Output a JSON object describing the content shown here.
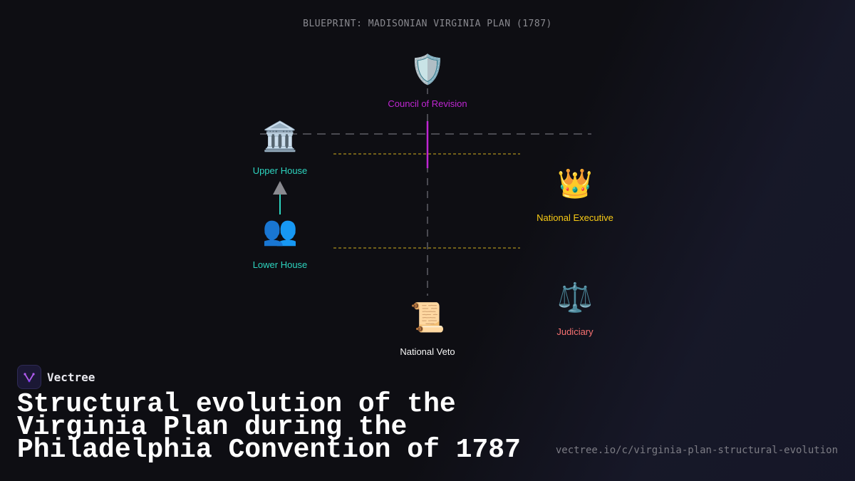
{
  "diagram": {
    "title": "BLUEPRINT: MADISONIAN VIRGINIA PLAN (1787)",
    "nodes": {
      "council": {
        "label": "Council of Revision",
        "icon": "🛡️",
        "icon_name": "shield-icon",
        "color": "#c026d3"
      },
      "upper": {
        "label": "Upper House",
        "icon": "🏛️",
        "icon_name": "classical-building-icon",
        "color": "#2dd4bf"
      },
      "executive": {
        "label": "National Executive",
        "icon": "👑",
        "icon_name": "crown-icon",
        "color": "#facc15"
      },
      "lower": {
        "label": "Lower House",
        "icon": "👥",
        "icon_name": "people-icon",
        "color": "#2dd4bf"
      },
      "judiciary": {
        "label": "Judiciary",
        "icon": "⚖️",
        "icon_name": "scales-icon",
        "color": "#f87171"
      },
      "veto": {
        "label": "National Veto",
        "icon": "📜",
        "icon_name": "scroll-icon",
        "color": "#f5f5f5"
      }
    },
    "colors": {
      "dashed_gray": "#5f5f66",
      "dashed_yellow": "#d4b21f",
      "purple": "#c026d3",
      "teal": "#2dd4bf",
      "arrow_gray": "#8a8a90"
    }
  },
  "brand": {
    "name": "Vectree"
  },
  "headline": "Structural evolution of the Virginia Plan during the Philadelphia Convention of 1787",
  "url": "vectree.io/c/virginia-plan-structural-evolution"
}
